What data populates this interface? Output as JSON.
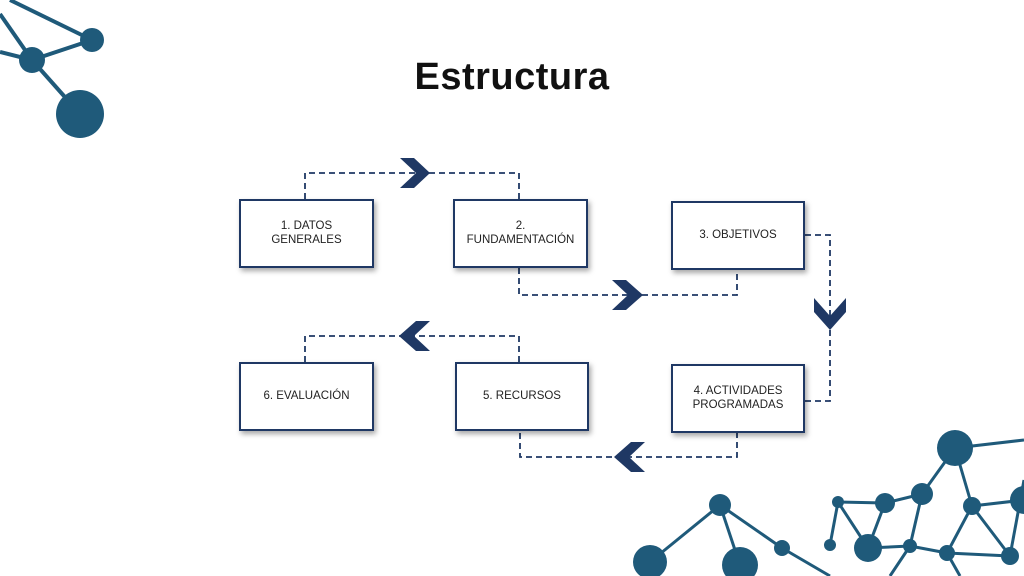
{
  "slide": {
    "title": "Estructura",
    "steps": [
      {
        "label": "1. DATOS GENERALES"
      },
      {
        "label": "2. FUNDAMENTACIÓN"
      },
      {
        "label": "3. OBJETIVOS"
      },
      {
        "label": "4. ACTIVIDADES\nPROGRAMADAS"
      },
      {
        "label": "5. RECURSOS"
      },
      {
        "label": "6. EVALUACIÓN"
      }
    ]
  },
  "colors": {
    "node": "#1f5a7a",
    "box_border": "#1f3864",
    "arrow": "#1f3864",
    "connector": "#1f3864"
  }
}
